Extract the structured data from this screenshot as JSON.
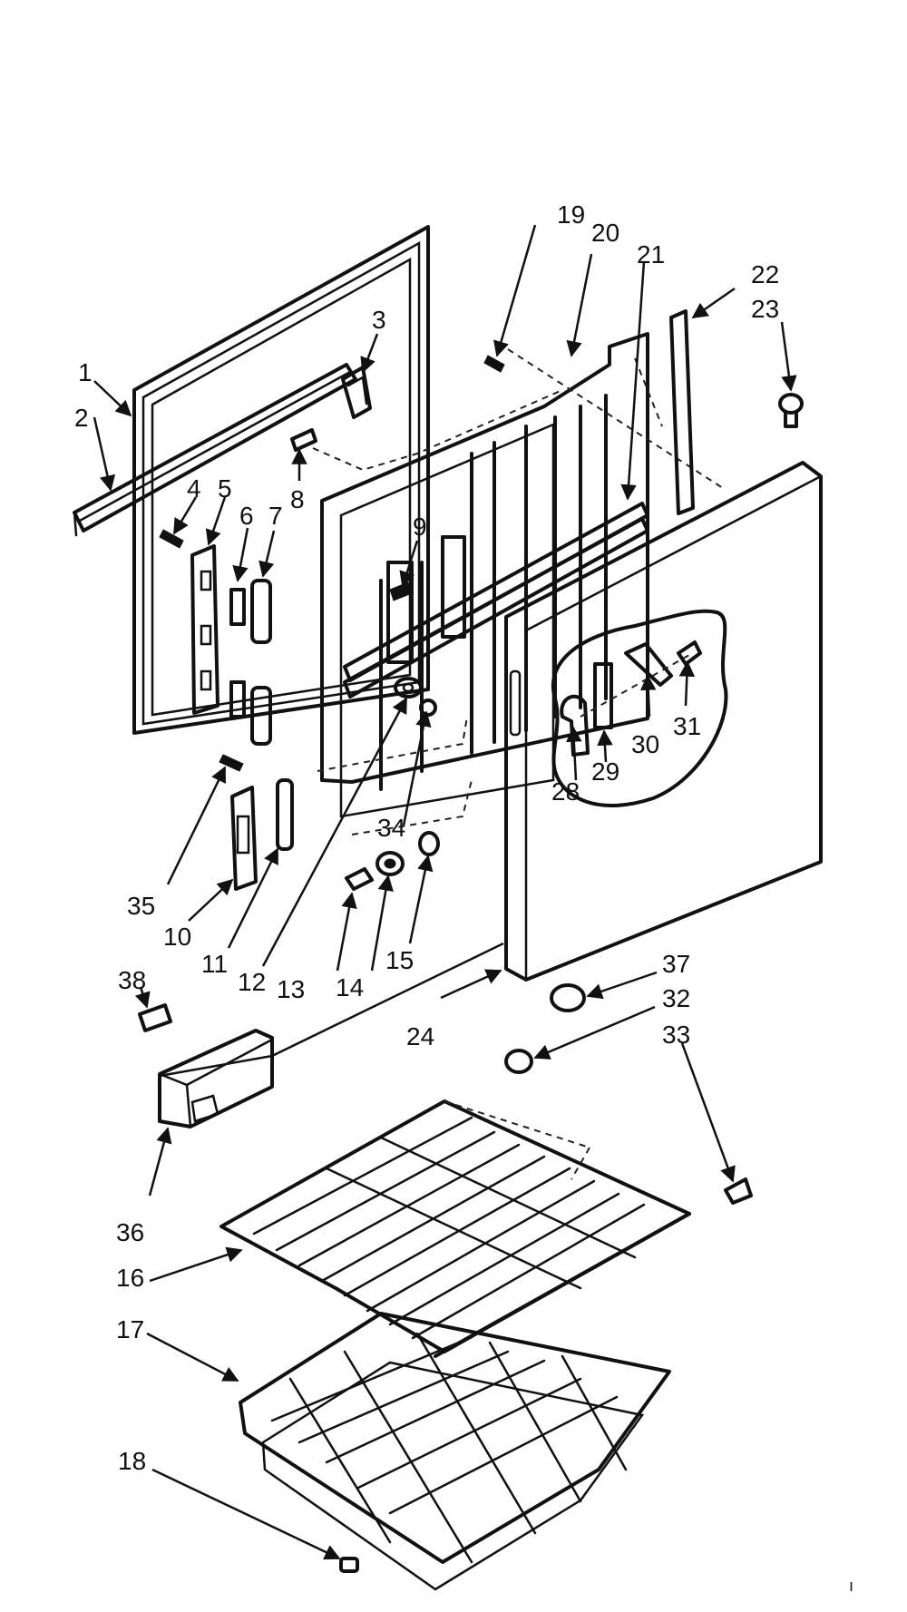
{
  "callouts": {
    "c1": "1",
    "c2": "2",
    "c3": "3",
    "c4": "4",
    "c5": "5",
    "c6": "6",
    "c7": "7",
    "c8": "8",
    "c9": "9",
    "c10": "10",
    "c11": "11",
    "c12": "12",
    "c13": "13",
    "c14": "14",
    "c15": "15",
    "c16": "16",
    "c17": "17",
    "c18": "18",
    "c19": "19",
    "c20": "20",
    "c21": "21",
    "c22": "22",
    "c23": "23",
    "c24": "24",
    "c28": "28",
    "c29": "29",
    "c30": "30",
    "c31": "31",
    "c32": "32",
    "c33": "33",
    "c34": "34",
    "c35": "35",
    "c36": "36",
    "c37": "37",
    "c38": "38"
  },
  "corner_mark": "ı"
}
